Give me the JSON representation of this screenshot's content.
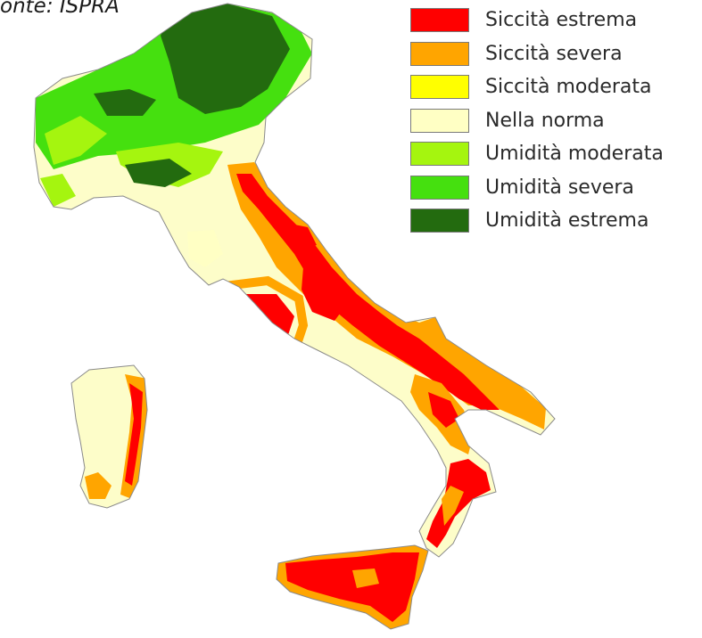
{
  "source_caption": "onte: ISPRA",
  "legend": [
    {
      "label": "Siccità estrema",
      "color": "#ff0000"
    },
    {
      "label": "Siccità severa",
      "color": "#ffa500"
    },
    {
      "label": "Siccità moderata",
      "color": "#ffff00"
    },
    {
      "label": "Nella norma",
      "color": "#ffffc4"
    },
    {
      "label": "Umidità moderata",
      "color": "#a5f50f"
    },
    {
      "label": "Umidità severa",
      "color": "#45e00f"
    },
    {
      "label": "Umidità estrema",
      "color": "#236b0f"
    }
  ]
}
